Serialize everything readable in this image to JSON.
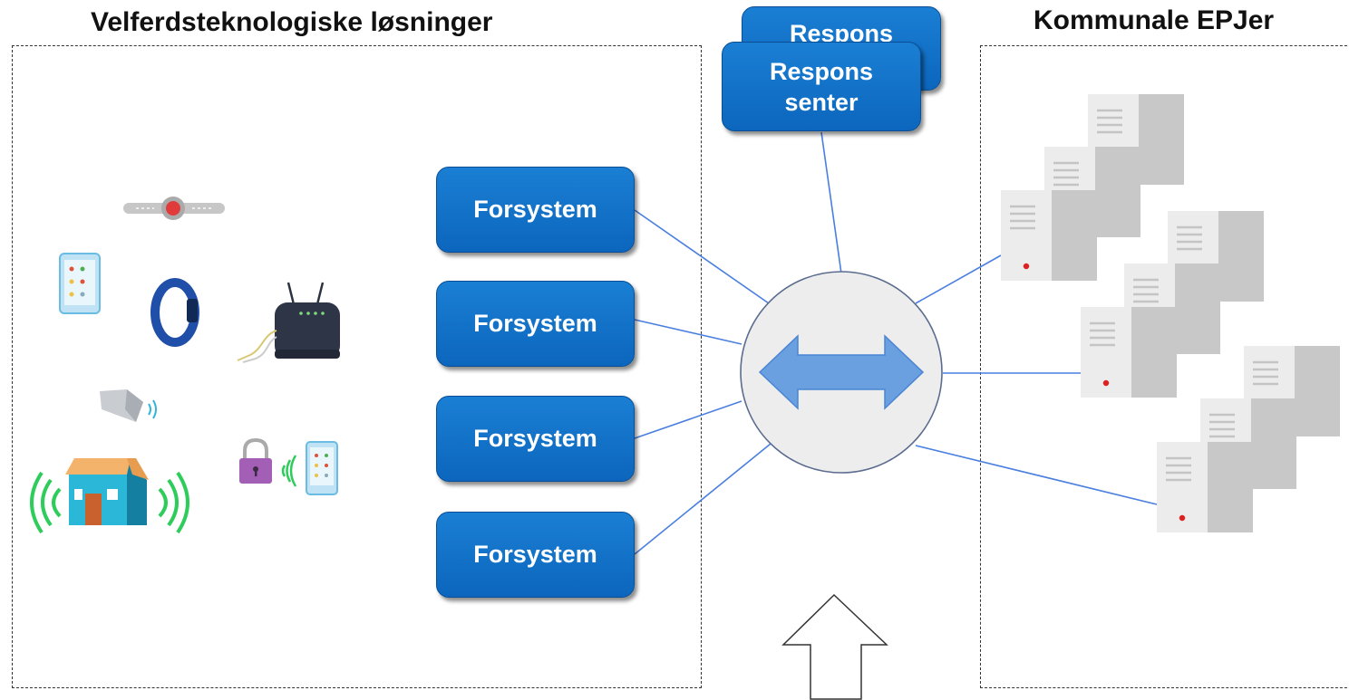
{
  "regions": {
    "left_title": "Velferdsteknologiske løsninger",
    "right_title": "Kommunale EPJer"
  },
  "response_center": {
    "back_label": "Respons",
    "front_label_line1": "Respons",
    "front_label_line2": "senter"
  },
  "forsystems": [
    {
      "label": "Forsystem"
    },
    {
      "label": "Forsystem"
    },
    {
      "label": "Forsystem"
    },
    {
      "label": "Forsystem"
    }
  ],
  "icons": {
    "devices": [
      "panic-button-icon",
      "tablet-icon",
      "fitness-band-icon",
      "router-icon",
      "sensor-icon",
      "smart-house-icon",
      "smart-lock-icon"
    ],
    "hub": "bidirectional-arrow-icon",
    "servers": [
      "server-stack-icon",
      "server-stack-icon",
      "server-stack-icon"
    ],
    "bottom": "up-arrow-icon"
  },
  "colors": {
    "button_blue": "#0c66bd",
    "connector_blue": "#4a7fe0",
    "hub_fill": "#ededed",
    "arrow_blue": "#6a9fe0",
    "server_gray": "#c8c8c8"
  }
}
